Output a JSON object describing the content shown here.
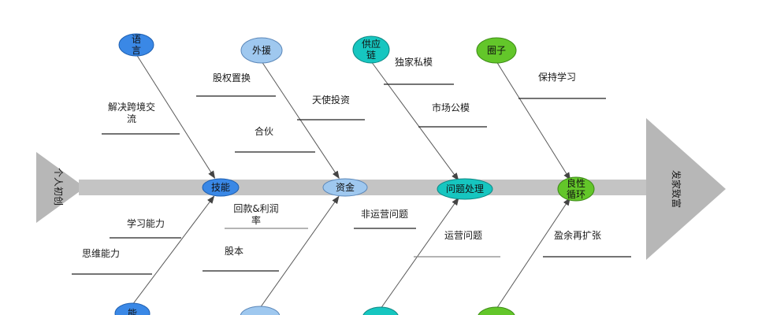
{
  "colors": {
    "spine": "#c4c4c4",
    "head": "#b7b7b7",
    "line": "#5a5a5a",
    "underline": "#222222",
    "underline_light": "#888888",
    "blue": "#3a88e6",
    "blue_stroke": "#1e5fb0",
    "lightblue": "#9fc8ef",
    "lightblue_stroke": "#5a86b8",
    "teal": "#16c6c0",
    "teal_stroke": "#0e8783",
    "green": "#63c62a",
    "green_stroke": "#3c8b16"
  },
  "tail_label": "个人初创",
  "head_label": "发家致富",
  "spine_nodes": [
    {
      "id": "skill",
      "label": "技能",
      "color": "blue"
    },
    {
      "id": "capital",
      "label": "资金",
      "color": "lightblue"
    },
    {
      "id": "problem",
      "label": "问题处理",
      "color": "teal"
    },
    {
      "id": "cycle",
      "label": [
        "良性",
        "循环"
      ],
      "color": "green"
    }
  ],
  "top_nodes": [
    {
      "id": "language",
      "label": [
        "语",
        "言"
      ],
      "color": "blue"
    },
    {
      "id": "aid",
      "label": "外援",
      "color": "lightblue"
    },
    {
      "id": "supply",
      "label": [
        "供应",
        "链"
      ],
      "color": "teal"
    },
    {
      "id": "circle",
      "label": "圈子",
      "color": "green"
    }
  ],
  "bottom_nodes": [
    {
      "id": "ability",
      "label": "能",
      "color": "blue"
    },
    {
      "id": "bottom2",
      "label": "",
      "color": "lightblue"
    },
    {
      "id": "bottom3",
      "label": "",
      "color": "teal"
    },
    {
      "id": "bottom4",
      "label": "",
      "color": "green"
    }
  ],
  "causes": [
    {
      "id": "cross-border",
      "label": [
        "解决跨境交",
        "流"
      ],
      "underline": "dark"
    },
    {
      "id": "equity-swap",
      "label": [
        "股权置换"
      ],
      "underline": "dark"
    },
    {
      "id": "partner",
      "label": [
        "合伙"
      ],
      "underline": "dark"
    },
    {
      "id": "angel",
      "label": [
        "天使投资"
      ],
      "underline": "dark"
    },
    {
      "id": "exclusive",
      "label": [
        "独家私模"
      ],
      "underline": "dark"
    },
    {
      "id": "public-mold",
      "label": [
        "市场公模"
      ],
      "underline": "dark"
    },
    {
      "id": "keep-learning",
      "label": [
        "保持学习"
      ],
      "underline": "dark"
    },
    {
      "id": "learning-ability",
      "label": [
        "学习能力"
      ],
      "underline": "dark"
    },
    {
      "id": "thinking-ability",
      "label": [
        "思维能力"
      ],
      "underline": "dark"
    },
    {
      "id": "repayment",
      "label": [
        "回款&利润",
        "率"
      ],
      "underline": "light"
    },
    {
      "id": "shares",
      "label": [
        "股本"
      ],
      "underline": "dark"
    },
    {
      "id": "non-operating",
      "label": [
        "非运营问题"
      ],
      "underline": "dark"
    },
    {
      "id": "operating",
      "label": [
        "运营问题"
      ],
      "underline": "light"
    },
    {
      "id": "surplus",
      "label": [
        "盈余再扩张"
      ],
      "underline": "dark"
    }
  ]
}
